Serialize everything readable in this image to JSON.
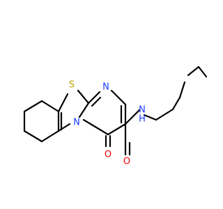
{
  "molecule": {
    "atoms": [
      {
        "id": "S",
        "symbol": "S",
        "color": "#b8a400"
      },
      {
        "id": "N1",
        "symbol": "N",
        "color": "#1a3cff"
      },
      {
        "id": "N2",
        "symbol": "N",
        "color": "#1a3cff"
      },
      {
        "id": "O1",
        "symbol": "O",
        "color": "#ff0000"
      },
      {
        "id": "O2",
        "symbol": "O",
        "color": "#ff0000"
      },
      {
        "id": "NH",
        "symbol": "N",
        "color": "#1a3cff"
      },
      {
        "id": "H",
        "symbol": "H",
        "color": "#1a3cff"
      }
    ],
    "bond_color": "#000000"
  }
}
